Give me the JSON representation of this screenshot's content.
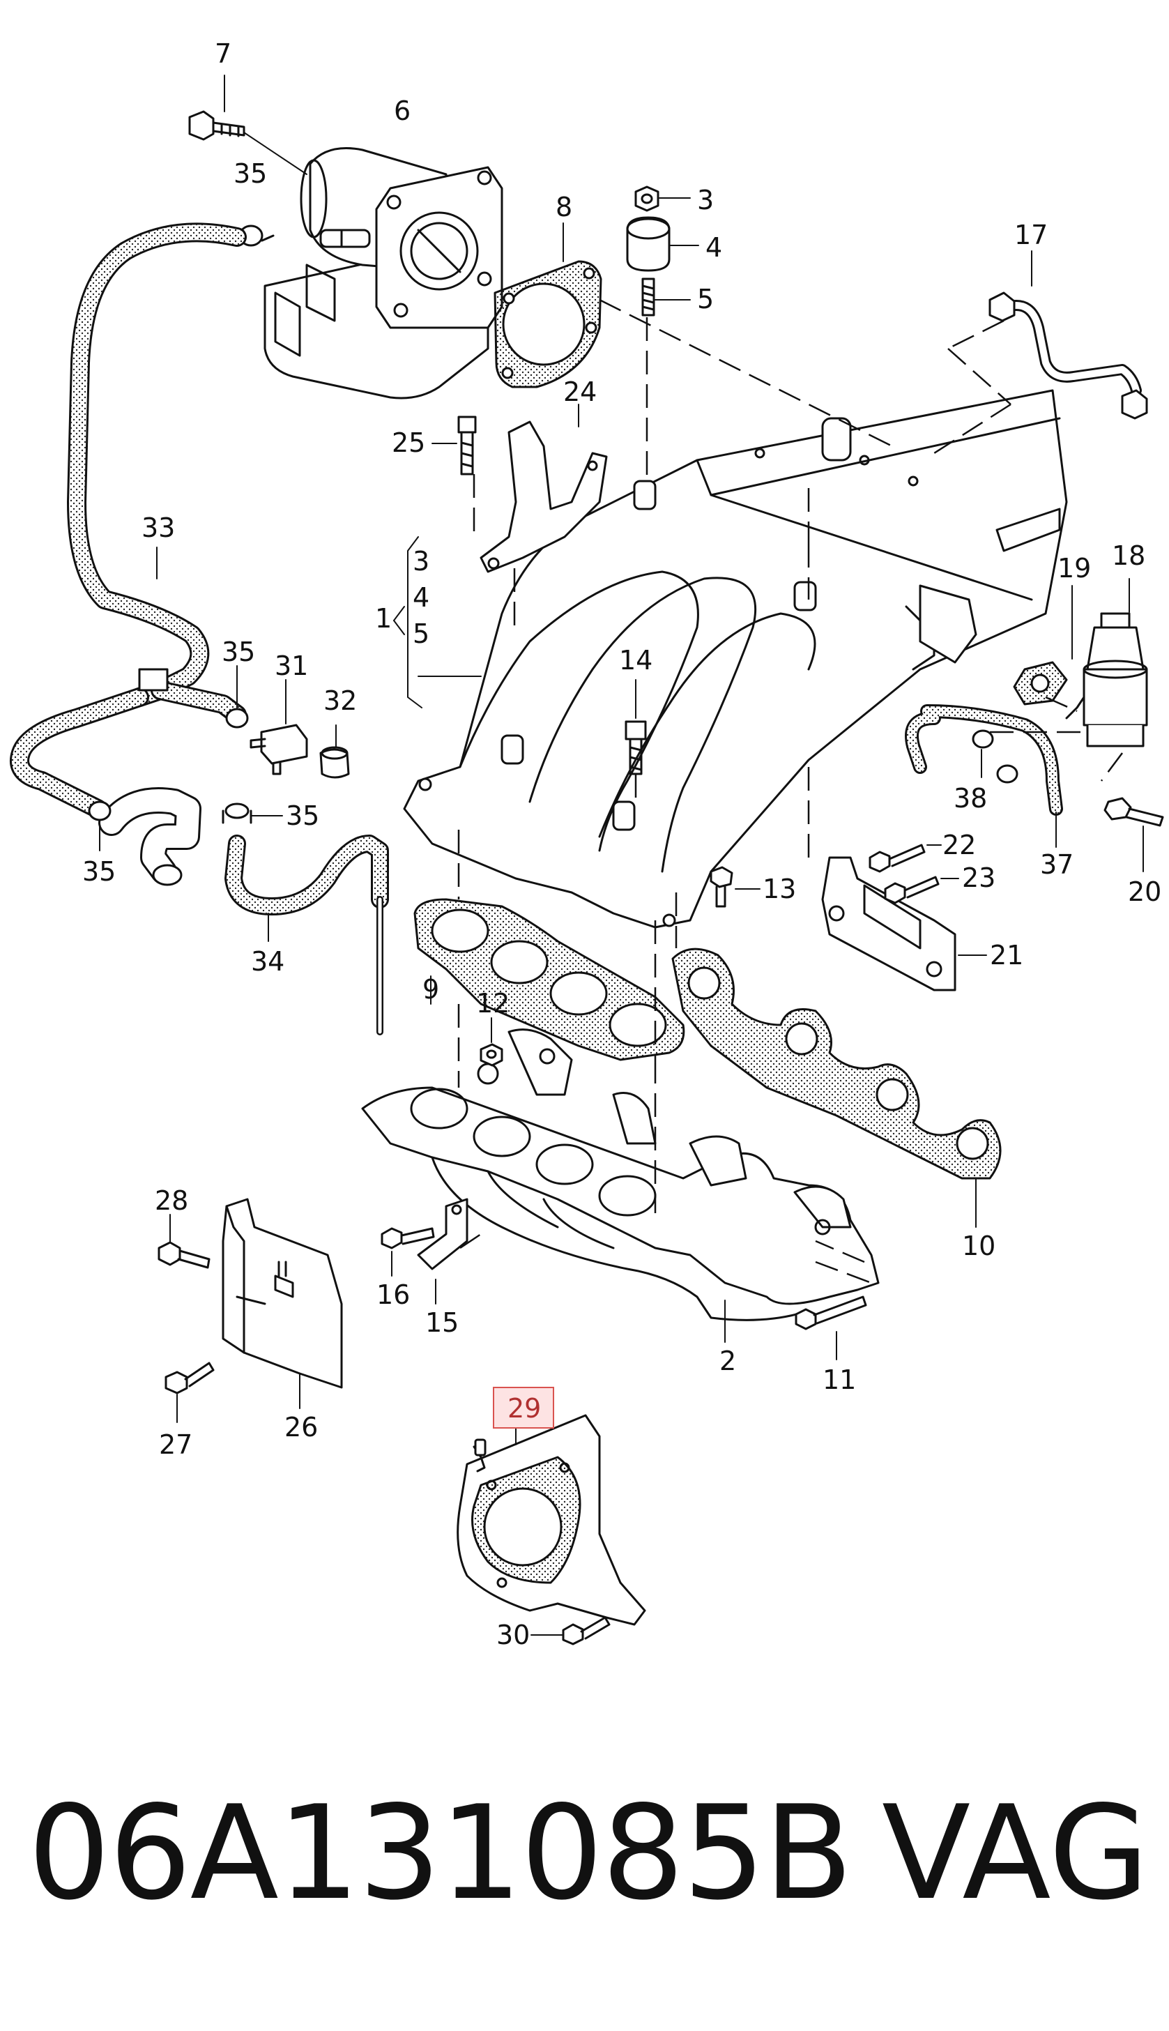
{
  "footer": {
    "part_number": "06A131085B",
    "brand": "VAG"
  },
  "callouts": {
    "c1": "1",
    "c2": "2",
    "c3a": "3",
    "c3b": "3",
    "c4a": "4",
    "c4b": "4",
    "c5a": "5",
    "c5b": "5",
    "c6": "6",
    "c7": "7",
    "c8": "8",
    "c9": "9",
    "c10": "10",
    "c11": "11",
    "c12": "12",
    "c13": "13",
    "c14": "14",
    "c15": "15",
    "c16": "16",
    "c17": "17",
    "c18": "18",
    "c19": "19",
    "c20": "20",
    "c21": "21",
    "c22": "22",
    "c23": "23",
    "c24": "24",
    "c25": "25",
    "c26": "26",
    "c27": "27",
    "c28": "28",
    "c29": "29",
    "c30": "30",
    "c31": "31",
    "c32": "32",
    "c33": "33",
    "c34": "34",
    "c35a": "35",
    "c35b": "35",
    "c35c": "35",
    "c35d": "35",
    "c37": "37",
    "c38": "38"
  },
  "highlight": {
    "label": "29",
    "color": "#d9534f"
  }
}
